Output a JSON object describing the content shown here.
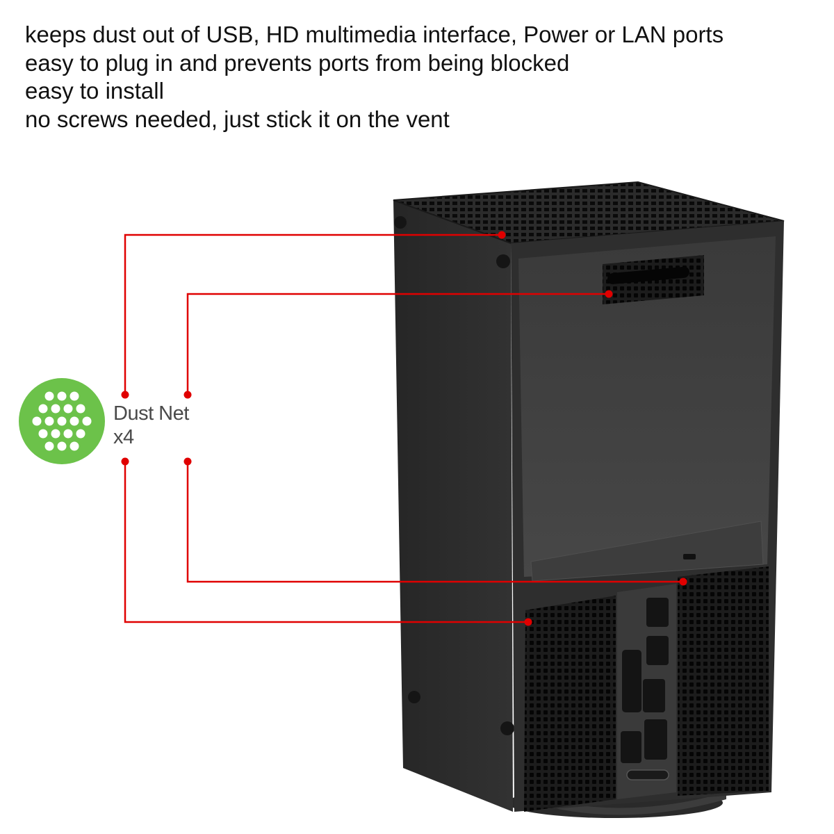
{
  "features": [
    "keeps dust out of USB, HD multimedia interface, Power or LAN ports",
    "easy to plug in and prevents ports from being blocked",
    "easy to install",
    "no screws needed, just stick it on the vent"
  ],
  "product": {
    "name": "Dust Net",
    "quantity": "x4"
  },
  "colors": {
    "accent_line": "#e00000",
    "dust_net_icon": "#6cc24a",
    "console_body": "#2a2a2a"
  }
}
